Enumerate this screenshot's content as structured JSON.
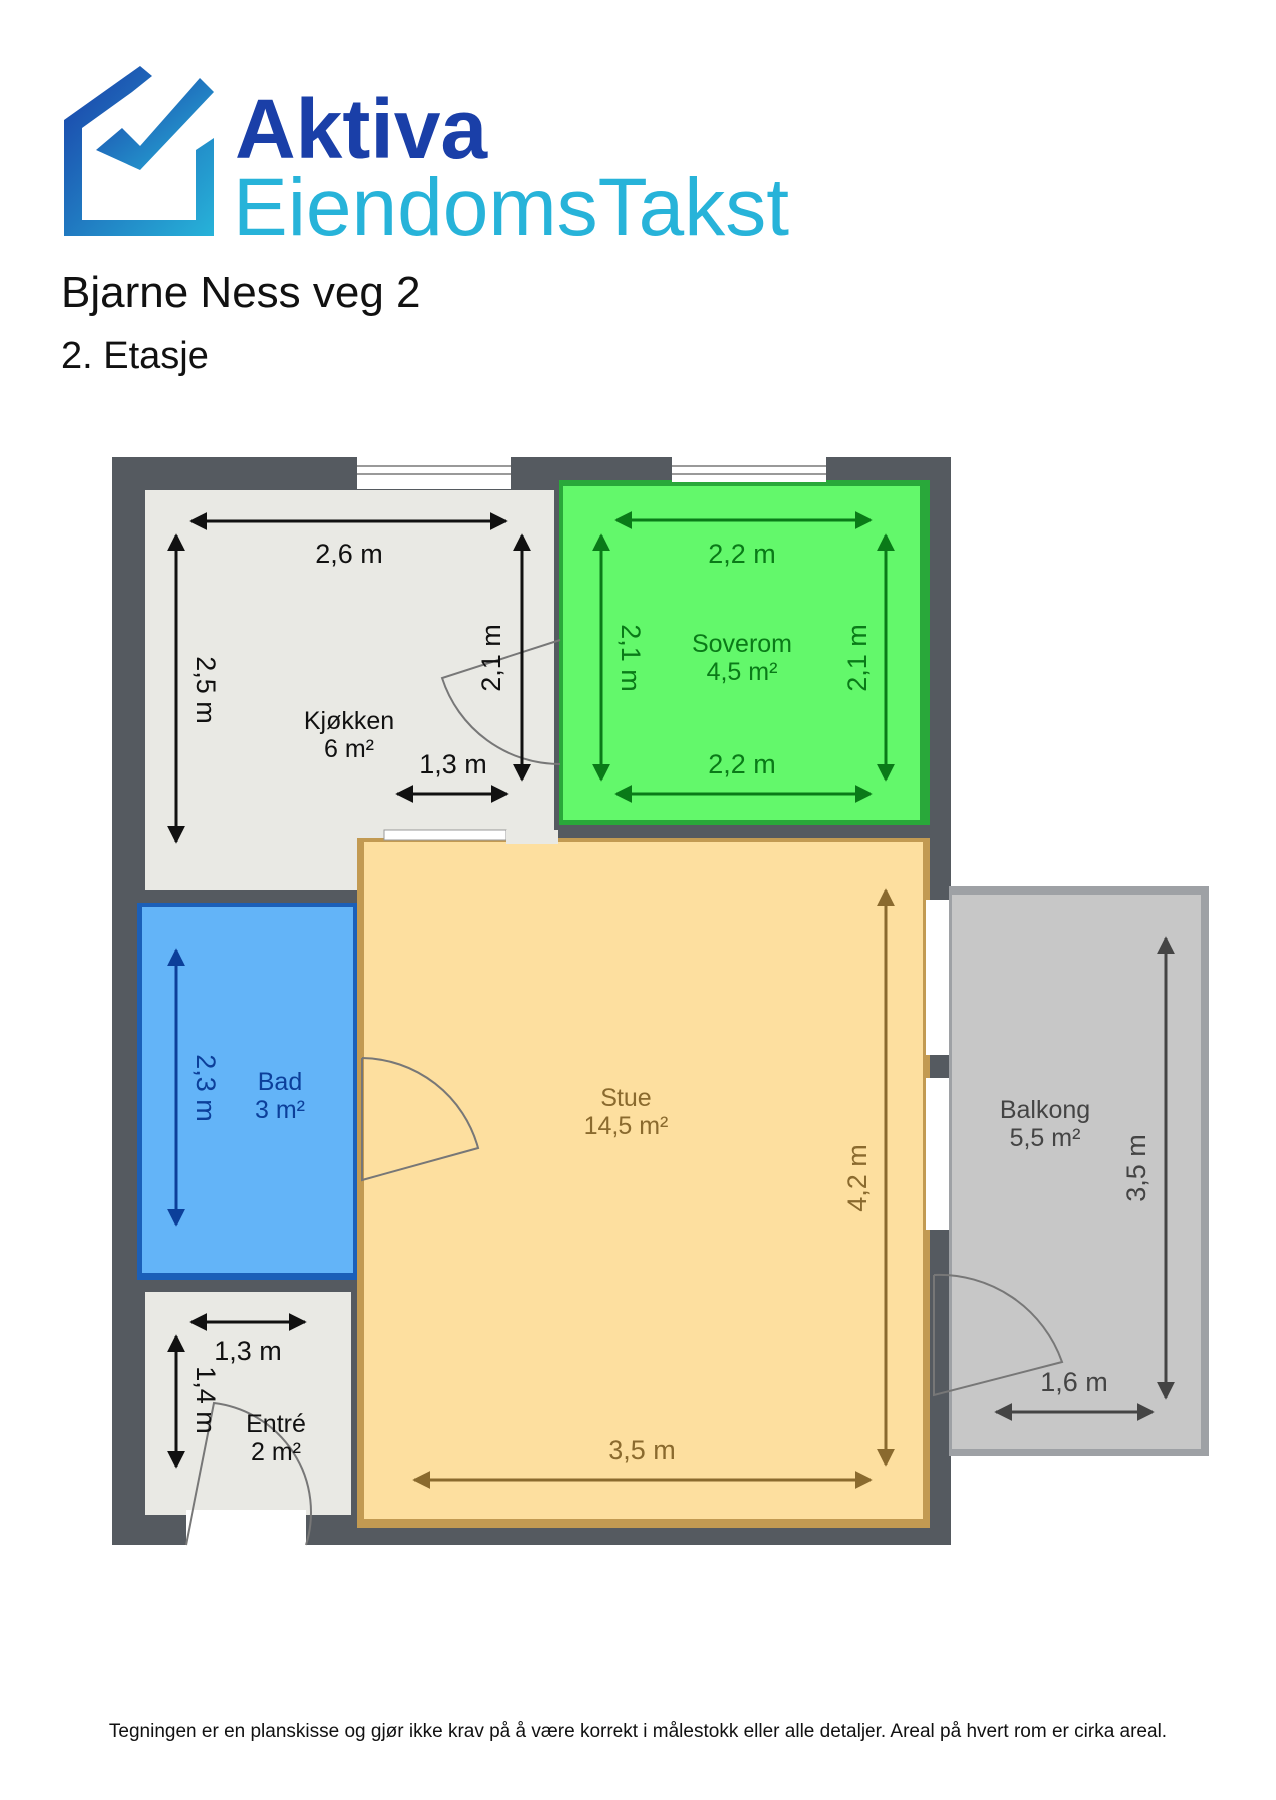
{
  "brand": {
    "name_line1": "Aktiva",
    "name_line2": "EiendomsTakst",
    "colors": {
      "dark_blue": "#1a3fa8",
      "cyan": "#27b3d9"
    }
  },
  "property": {
    "address": "Bjarne Ness veg 2",
    "floor": "2. Etasje"
  },
  "rooms": {
    "kjokken": {
      "name": "Kjøkken",
      "area": "6 m²",
      "color": "#e9e9e4"
    },
    "soverom": {
      "name": "Soverom",
      "area": "4,5 m²",
      "color": "#63f86b"
    },
    "bad": {
      "name": "Bad",
      "area": "3 m²",
      "color": "#63b4f8"
    },
    "stue": {
      "name": "Stue",
      "area": "14,5 m²",
      "color": "#fddf9f"
    },
    "balkong": {
      "name": "Balkong",
      "area": "5,5 m²",
      "color": "#c7c7c7"
    },
    "entre": {
      "name": "Entré",
      "area": "2 m²",
      "color": "#e9e9e4"
    }
  },
  "dimensions": {
    "kjokken_width": "2,6 m",
    "kjokken_height": "2,5 m",
    "kjokken_height_2": "2,1 m",
    "kjokken_bottom": "1,3 m",
    "soverom_top": "2,2 m",
    "soverom_bottom": "2,2 m",
    "soverom_left": "2,1 m",
    "soverom_right": "2,1 m",
    "bad_height": "2,3 m",
    "stue_width": "3,5 m",
    "stue_height": "4,2 m",
    "balkong_height": "3,5 m",
    "balkong_width": "1,6 m",
    "entre_width": "1,3 m",
    "entre_height": "1,4 m"
  },
  "footer": "Tegningen er en planskisse og gjør ikke krav på å være korrekt i målestokk eller alle detaljer. Areal på hvert rom er cirka areal."
}
